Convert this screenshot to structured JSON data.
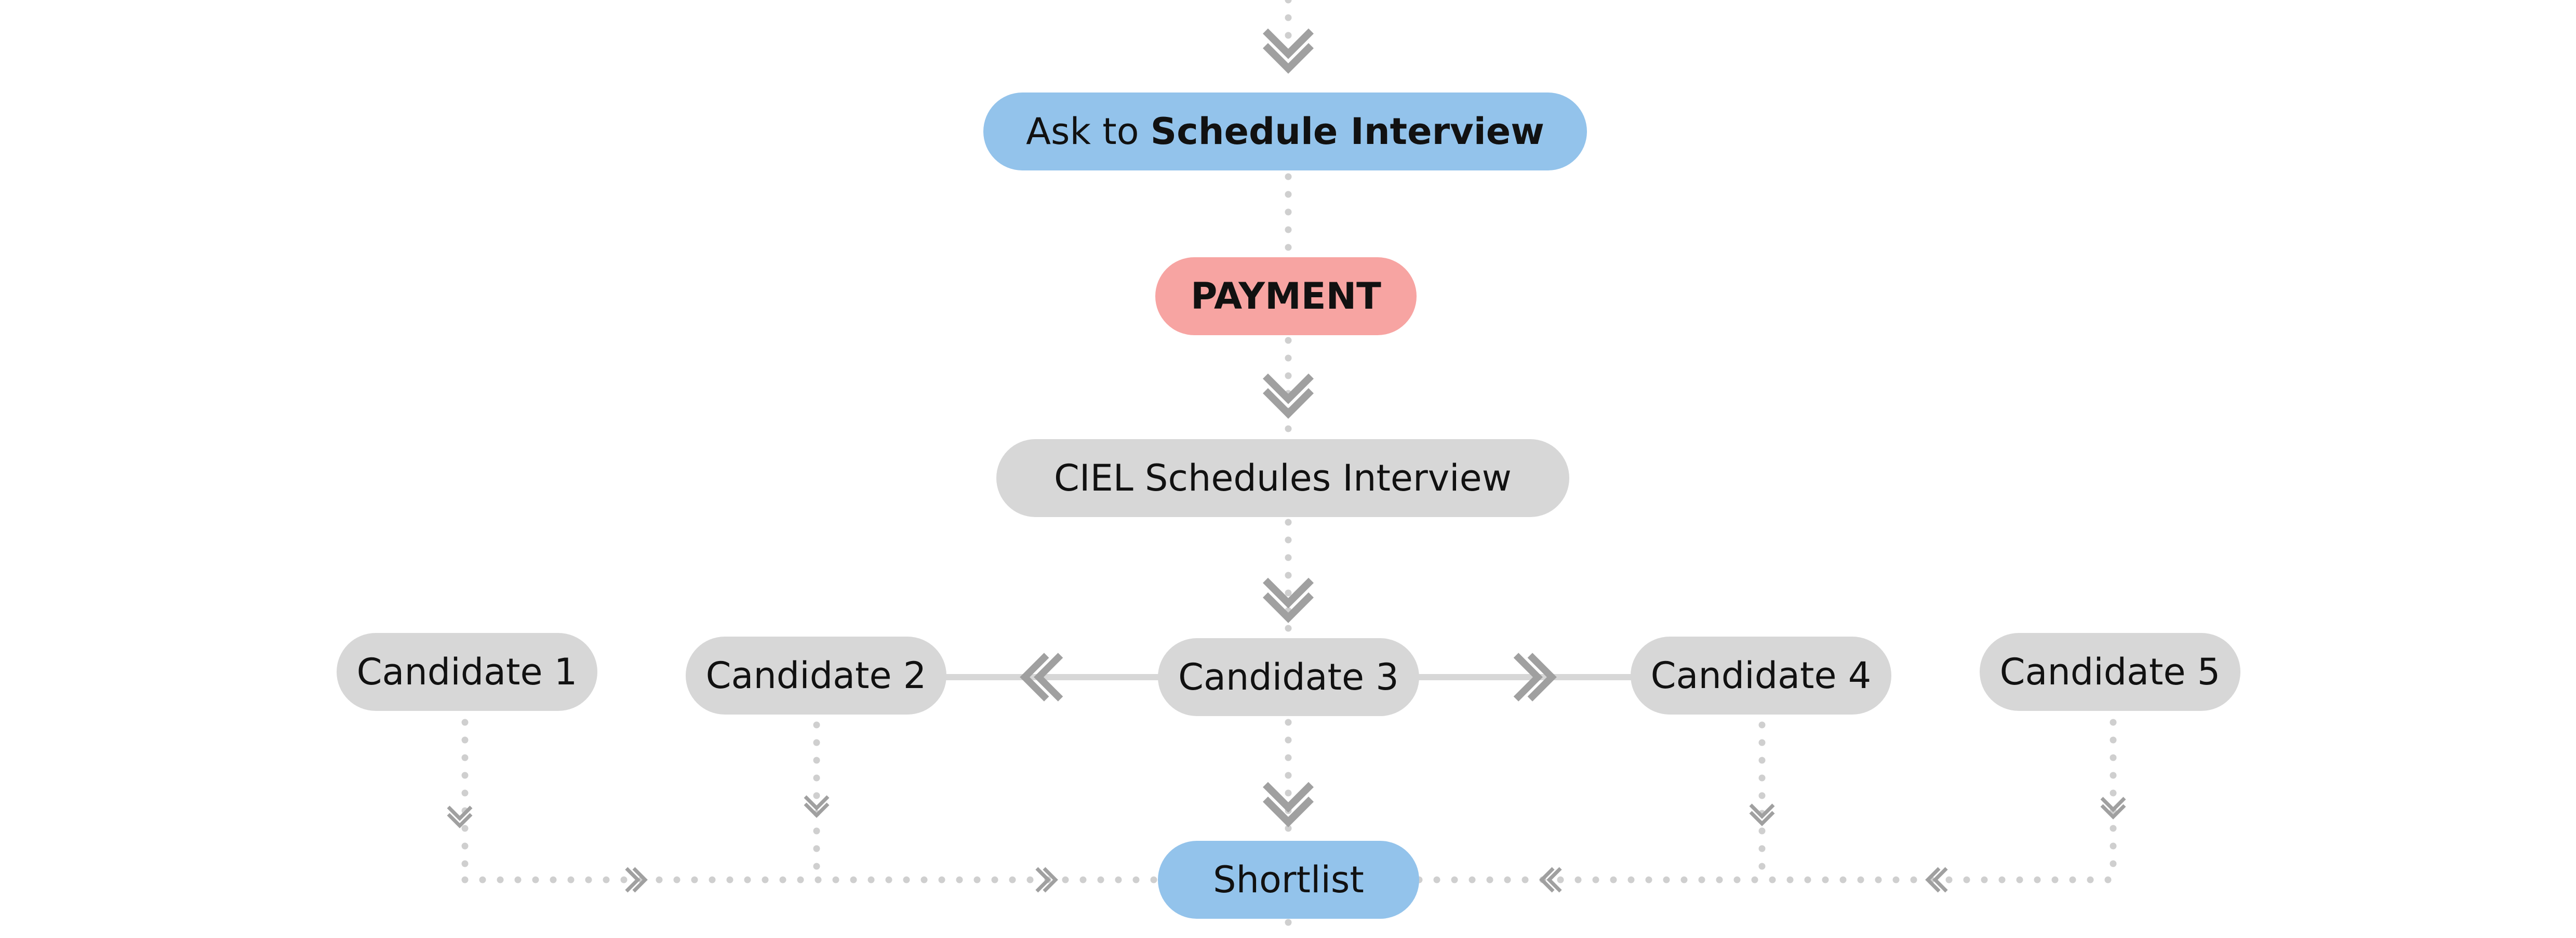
{
  "colors": {
    "primary_node": "#93c3eb",
    "payment_node": "#f7a4a2",
    "step_node": "#d7d7d7",
    "solid_connector": "#d7d7d7",
    "dotted_connector": "#cfcfcf",
    "arrow": "#a0a0a0",
    "text": "#111111"
  },
  "nodes": {
    "ask_prefix": "Ask to ",
    "ask_bold": "Schedule Interview",
    "payment": "PAYMENT",
    "ciel": "CIEL Schedules Interview",
    "candidates": [
      "Candidate 1",
      "Candidate 2",
      "Candidate 3",
      "Candidate 4",
      "Candidate 5"
    ],
    "shortlist": "Shortlist"
  }
}
